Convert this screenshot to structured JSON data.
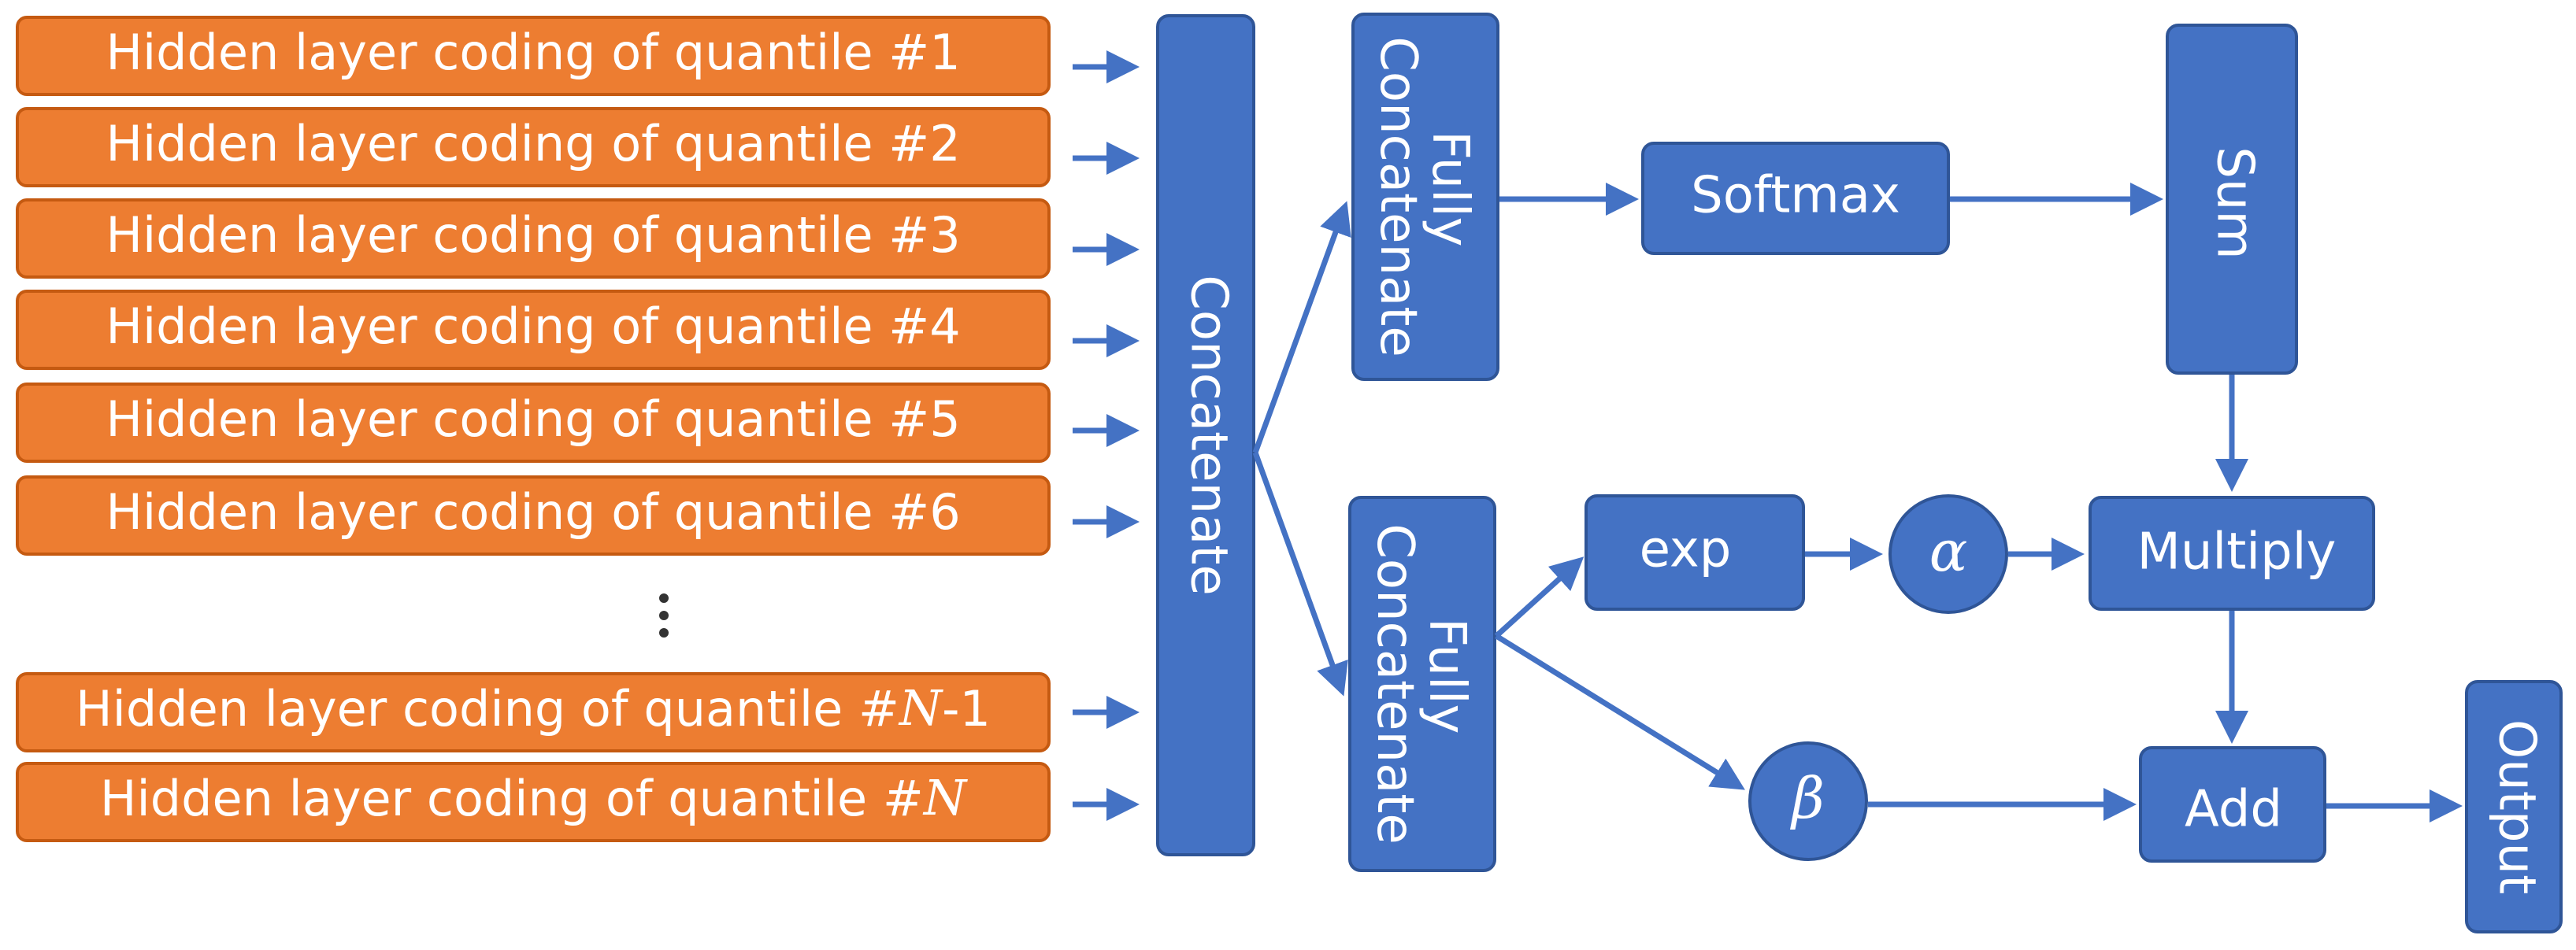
{
  "quantiles": [
    {
      "prefix": "Hidden layer coding of quantile #",
      "suffix": "1",
      "suffix_italic": false,
      "tail": ""
    },
    {
      "prefix": "Hidden layer coding of quantile #",
      "suffix": "2",
      "suffix_italic": false,
      "tail": ""
    },
    {
      "prefix": "Hidden layer coding of quantile #",
      "suffix": "3",
      "suffix_italic": false,
      "tail": ""
    },
    {
      "prefix": "Hidden layer coding of quantile #",
      "suffix": "4",
      "suffix_italic": false,
      "tail": ""
    },
    {
      "prefix": "Hidden layer coding of quantile #",
      "suffix": "5",
      "suffix_italic": false,
      "tail": ""
    },
    {
      "prefix": "Hidden layer coding of quantile #",
      "suffix": "6",
      "suffix_italic": false,
      "tail": ""
    },
    {
      "prefix": "Hidden layer coding of quantile #",
      "suffix": "N",
      "suffix_italic": true,
      "tail": "-1"
    },
    {
      "prefix": "Hidden layer coding of quantile #",
      "suffix": "N",
      "suffix_italic": true,
      "tail": ""
    }
  ],
  "nodes": {
    "concatenate": "Concatenate",
    "fully_concatenate_top": [
      "Fully",
      "Concatenate"
    ],
    "fully_concatenate_bottom": [
      "Fully",
      "Concatenate"
    ],
    "softmax": "Softmax",
    "sum": "Sum",
    "exp": "exp",
    "alpha": "α",
    "beta": "β",
    "multiply": "Multiply",
    "add": "Add",
    "output": "Output"
  },
  "colors": {
    "quantile_fill": "#ED7D31",
    "node_fill": "#4472C4",
    "arrow": "#4472C4"
  }
}
